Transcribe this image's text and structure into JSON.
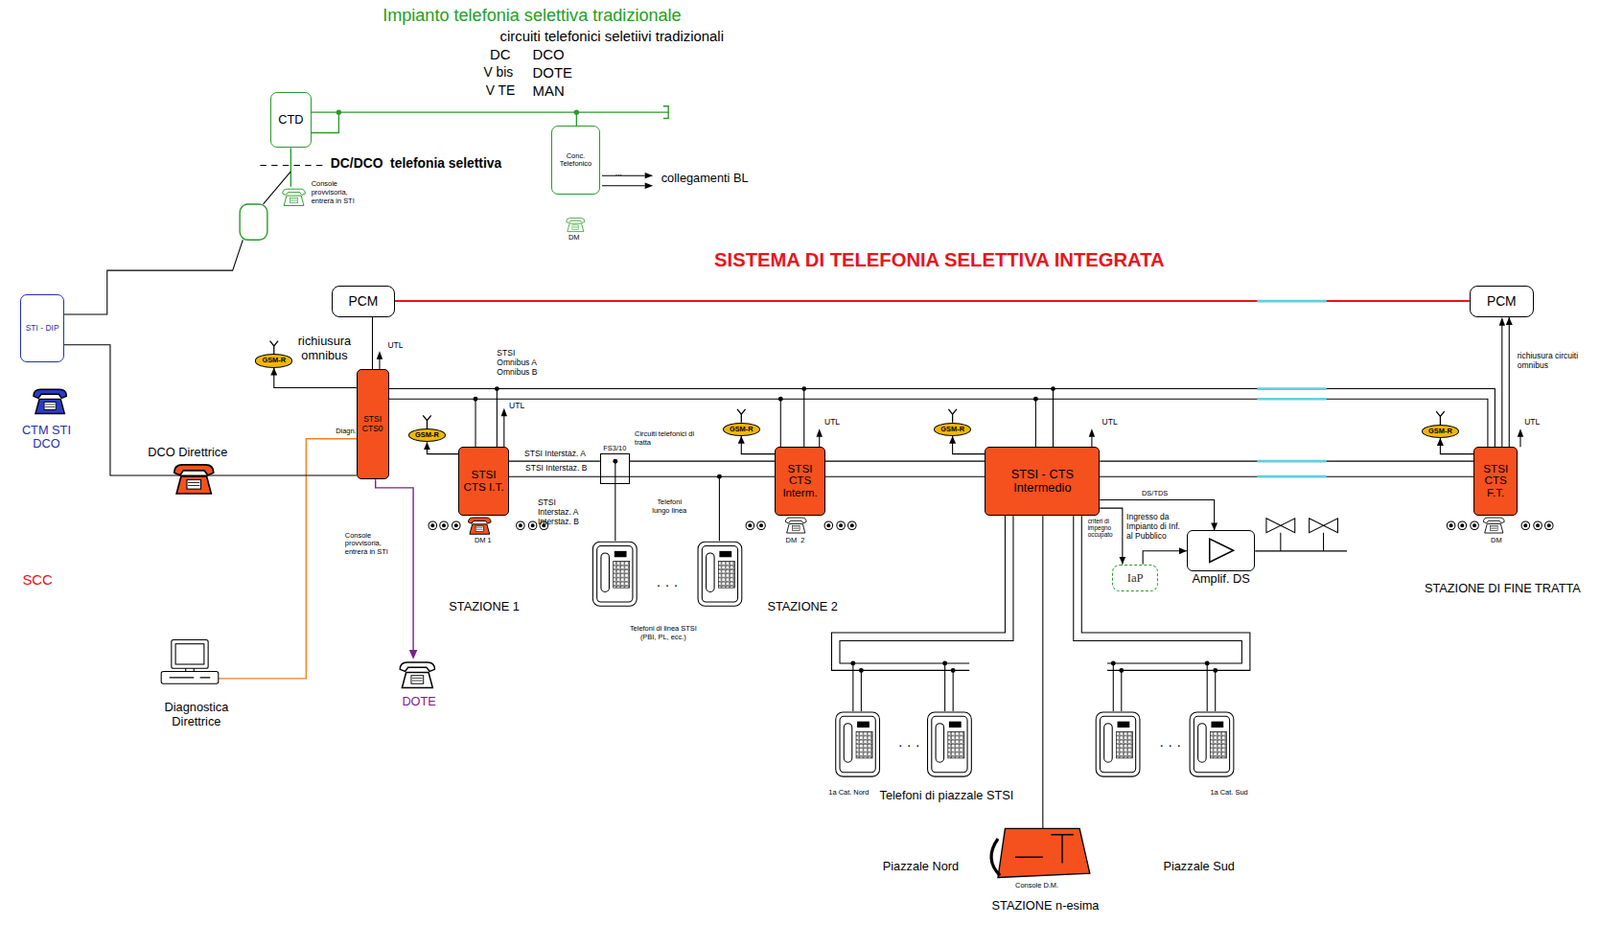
{
  "diagram": {
    "title": "SISTEMA DI TELEFONIA SELETTIVA INTEGRATA",
    "nodes": [
      {
        "text": [
          "CTD"
        ]
      },
      {
        "text": [
          "Conc. Telefonico"
        ]
      },
      {
        "text": [
          "STI - DIP"
        ]
      },
      {
        "text": [
          "PCM"
        ]
      },
      {
        "text": [
          "PCM"
        ]
      },
      {
        "text": [
          "GSM-R"
        ]
      },
      {
        "text": [
          "STSI CTS0"
        ]
      },
      {
        "text": [
          "GSM-R"
        ]
      },
      {
        "text": [
          "STSI CTS I.T."
        ]
      },
      {
        "text": [
          "FS3/10"
        ]
      },
      {
        "text": [
          "GSM-R"
        ]
      },
      {
        "text": [
          "STSI CTS Interm."
        ]
      },
      {
        "text": [
          "GSM-R"
        ]
      },
      {
        "text": [
          "STSI - CTS Intermedio"
        ]
      },
      {
        "text": [
          "GSM-R"
        ]
      },
      {
        "text": [
          "STSI CTS F.T."
        ]
      },
      {
        "text": [
          "Amplif. DS"
        ]
      },
      {
        "text": [
          "IaP"
        ]
      }
    ],
    "edges": [
      {
        "from": 3,
        "to": 6,
        "arrow": "none"
      },
      {
        "from": 3,
        "to": 4,
        "arrow": "none"
      },
      {
        "from": 6,
        "to": 8,
        "arrow": "none"
      },
      {
        "from": 6,
        "to": 11,
        "arrow": "none"
      },
      {
        "from": 6,
        "to": 13,
        "arrow": "none"
      },
      {
        "from": 6,
        "to": 15,
        "arrow": "none"
      },
      {
        "from": 15,
        "to": 4,
        "arrow": "to"
      },
      {
        "from": 8,
        "to": 9,
        "arrow": "none"
      },
      {
        "from": 9,
        "to": 11,
        "arrow": "none"
      },
      {
        "from": 11,
        "to": 13,
        "arrow": "none"
      },
      {
        "from": 13,
        "to": 15,
        "arrow": "none"
      },
      {
        "from": 6,
        "to": 5,
        "arrow": "to"
      },
      {
        "from": 8,
        "to": 7,
        "arrow": "to"
      },
      {
        "from": 11,
        "to": 10,
        "arrow": "to"
      },
      {
        "from": 13,
        "to": 12,
        "arrow": "to"
      },
      {
        "from": 15,
        "to": 14,
        "arrow": "to"
      },
      {
        "from": 2,
        "to": 6,
        "arrow": "none"
      },
      {
        "from": 13,
        "to": 16,
        "arrow": "to",
        "label": "DS/TDS"
      },
      {
        "from": 13,
        "to": 17,
        "arrow": "to",
        "label": "criteri di impegno occupato"
      },
      {
        "from": 17,
        "to": 16,
        "arrow": "to",
        "label": "Ingresso da Impianto di Inf. al Pubblico"
      }
    ],
    "labels": [
      "Impianto telefonia selettiva tradizionale",
      "circuiti telefonici seletiivi tradizionali",
      "DC",
      "DCO",
      "V bis",
      "DOTE",
      "V TE",
      "MAN",
      "DC/DCO  telefonia selettiva",
      "Console provvisoria, entrerà in STI",
      "...",
      "collegamenti BL",
      "DM",
      "CTM STI DCO",
      "richiusura omnibus",
      "UTL",
      "STSI Omnibus A Omnibus B",
      "richiusura circuiti omnibus",
      "UTL",
      "UTL",
      "UTL",
      "UTL",
      "DCO Direttrice",
      "Diagn.",
      "STSI Interstaz. A",
      "Circuiti telefonici di tratta",
      "STSI Interstaz. B",
      "STSI Interstaz. A Interstaz. B",
      "Telefoni lungo linea",
      "DM 1",
      "· · ·",
      "DM  2",
      "DM",
      "Console provvisoria, entrerà in STI",
      "STAZIONE 1",
      "STAZIONE 2",
      "Telefoni di linea STSI (PBI, PL, ecc.)",
      "SCC",
      "STAZIONE DI FINE TRATTA",
      "Diagnostica Direttrice",
      "DOTE",
      "· · ·",
      "· · ·",
      "1a Cat. Nord",
      "Telefoni di piazzale STSI",
      "1a Cat. Sud",
      "Piazzale Nord",
      "Piazzale Sud",
      "Console D.M.",
      "STAZIONE n-esima"
    ]
  }
}
